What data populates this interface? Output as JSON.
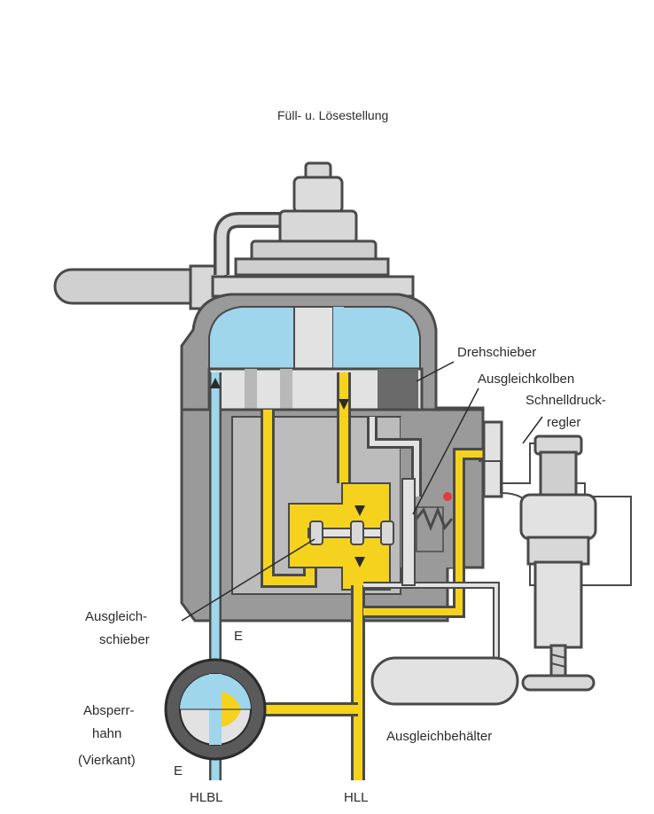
{
  "title": "Füll- u. Lösestellung",
  "labels": {
    "drehschieber": "Drehschieber",
    "ausgleichkolben": "Ausgleichkolben",
    "schnelldruck_1": "Schnelldruck-",
    "schnelldruck_2": "regler",
    "ausgleich_schieber_1": "Ausgleich-",
    "ausgleich_schieber_2": "schieber",
    "e_upper": "E",
    "absperr_1": "Absperr-",
    "absperr_2": "hahn",
    "absperr_3": "(Vierkant)",
    "e_lower": "E",
    "ausgleichbehaelter": "Ausgleichbehälter",
    "hlbl": "HLBL",
    "hll": "HLL"
  },
  "colors": {
    "housing": "#9a9a9a",
    "housing_dark": "#4a4a4a",
    "blue_air": "#9fd6ec",
    "yellow_air": "#f5d21e",
    "light_metal": "#e2e2e2",
    "indicator": "#e63a3a"
  }
}
